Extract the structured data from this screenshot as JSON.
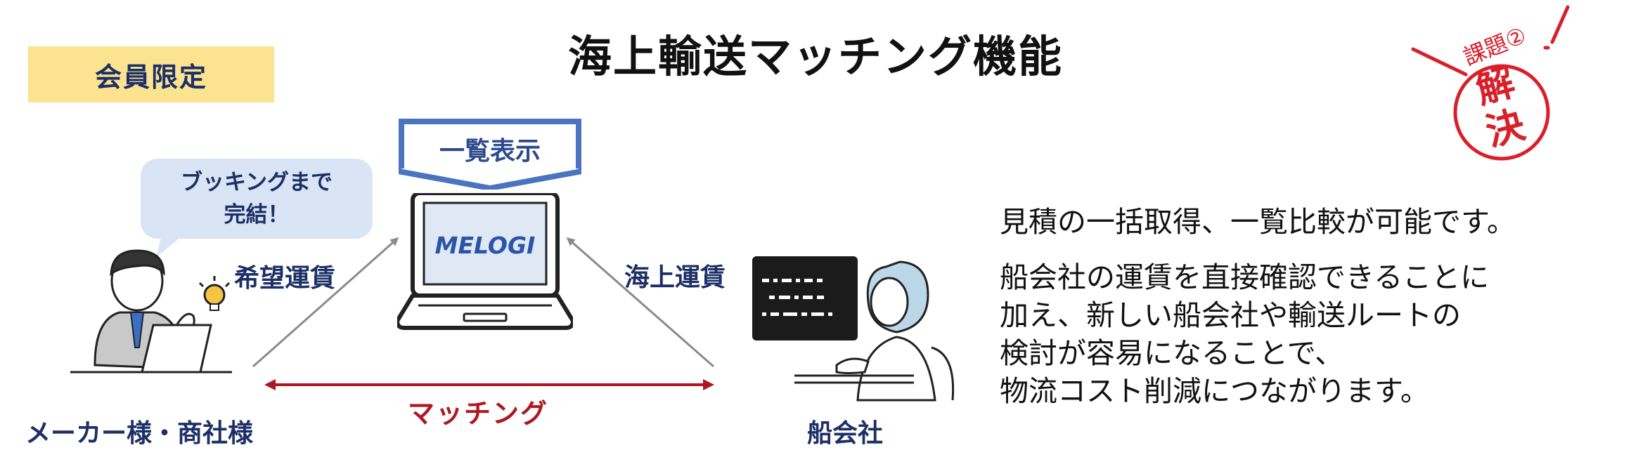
{
  "title": "海上輸送マッチング機能",
  "members_badge": "会員限定",
  "stamp": {
    "top_text": "課題②",
    "char1": "解",
    "char2": "決",
    "color": "#d9202a"
  },
  "bubble": {
    "line1": "ブッキングまで",
    "line2": "完結！"
  },
  "list_view": "一覧表示",
  "laptop_screen_logo": "MELOGI",
  "hope_fare_label": "希望運賃",
  "ocean_fare_label": "海上運賃",
  "maker_label": "メーカー様・商社様",
  "shipping_company_label": "船会社",
  "matching_label": "マッチング",
  "headline": "見積の一括取得、一覧比較が可能です。",
  "description_lines": [
    "船会社の運賃を直接確認できることに",
    "加え、新しい船会社や輸送ルートの",
    "検討が容易になることで、",
    "物流コスト削減につながります。"
  ],
  "colors": {
    "navy": "#1c2f66",
    "badge_yellow": "#fbe38f",
    "bubble_blue": "#d9e5f4",
    "frame_blue": "#4a73c0",
    "matching_red": "#b0171f"
  }
}
